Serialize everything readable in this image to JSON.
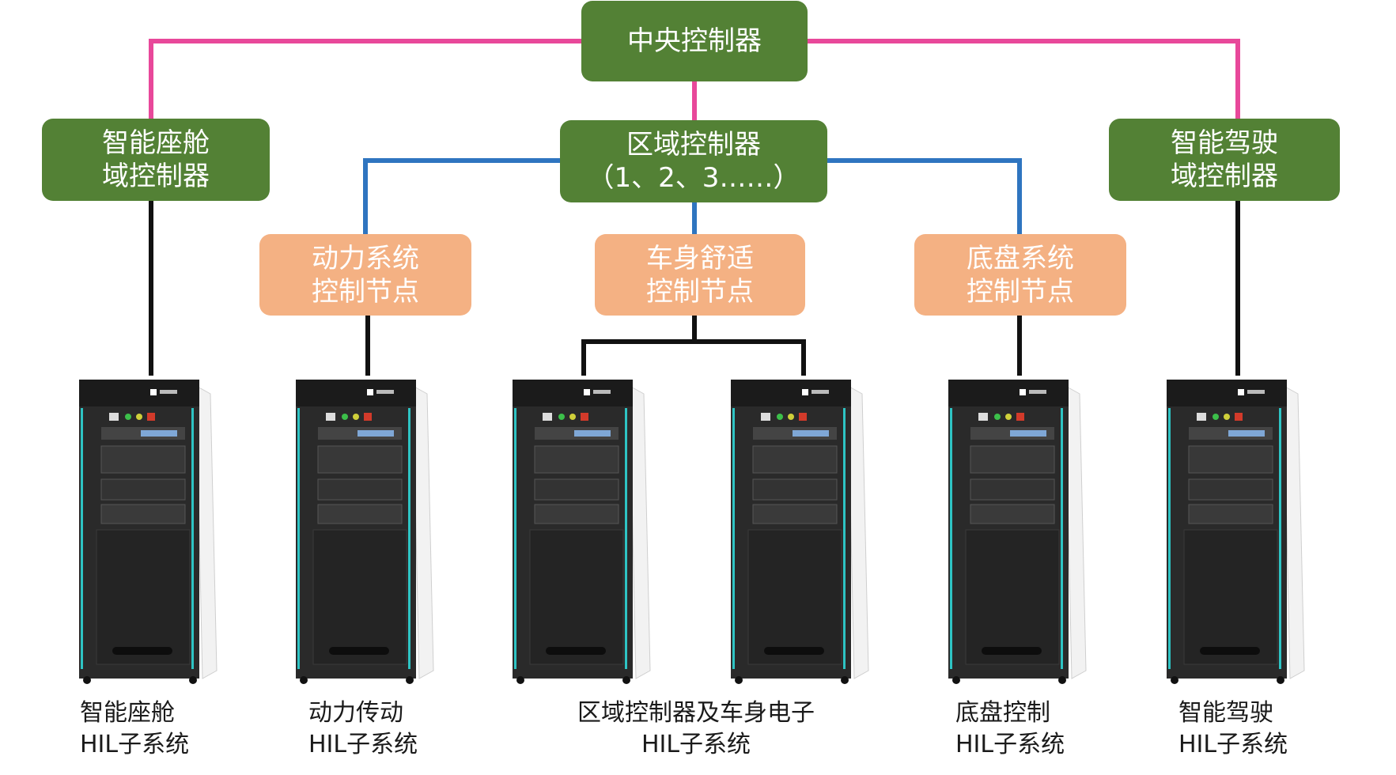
{
  "colors": {
    "controller_green": "#538135",
    "node_orange": "#f4b183",
    "link_central": "#e8489a",
    "link_zone": "#2f75c0",
    "link_hil": "#111111"
  },
  "central": {
    "label": "中央控制器"
  },
  "domain_controllers": [
    {
      "line1": "智能座舱",
      "line2": "域控制器"
    },
    {
      "line1": "智能驾驶",
      "line2": "域控制器"
    }
  ],
  "zone_controller": {
    "line1": "区域控制器",
    "line2": "（1、2、3……）"
  },
  "control_nodes": [
    {
      "line1": "动力系统",
      "line2": "控制节点"
    },
    {
      "line1": "车身舒适",
      "line2": "控制节点"
    },
    {
      "line1": "底盘系统",
      "line2": "控制节点"
    }
  ],
  "hil_systems": [
    {
      "line1": "智能座舱",
      "line2": "HIL子系统"
    },
    {
      "line1": "动力传动",
      "line2": "HIL子系统"
    },
    {
      "line1": "区域控制器及车身电子",
      "line2": "HIL子系统"
    },
    {
      "line1": "底盘控制",
      "line2": "HIL子系统"
    },
    {
      "line1": "智能驾驶",
      "line2": "HIL子系统"
    }
  ]
}
